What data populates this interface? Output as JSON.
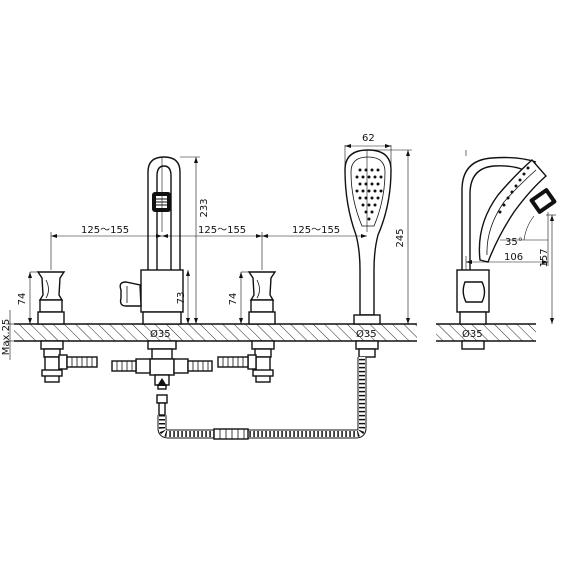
{
  "dimensions": {
    "spacing_1": "125～155",
    "spacing_2": "125～155",
    "spacing_3": "125～155",
    "spout_height": "233",
    "handle_left_height": "74",
    "handle_right_height": "74",
    "spout_body_height": "73",
    "max_deck": "Max.25",
    "diam_spout": "Ø35",
    "diam_shower": "Ø35",
    "diam_side": "Ø35",
    "shower_width": "62",
    "shower_height": "245",
    "angle": "35°",
    "reach": "106",
    "side_height": "157"
  }
}
